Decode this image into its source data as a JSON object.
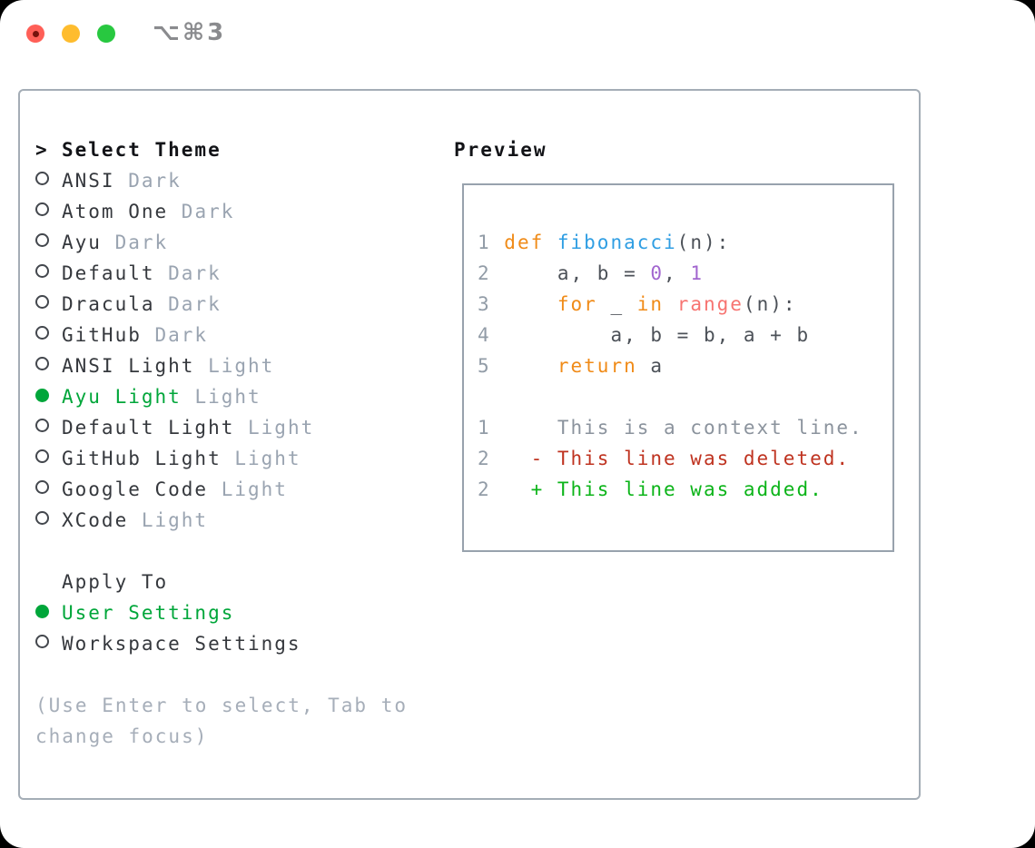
{
  "titlebar": {
    "shortcut": "⌥⌘3",
    "traffic_lights": [
      {
        "name": "close",
        "color": "#ff5f57",
        "dot": true
      },
      {
        "name": "minimize",
        "color": "#febc2e",
        "dot": false
      },
      {
        "name": "zoom",
        "color": "#28c840",
        "dot": false
      }
    ]
  },
  "theme_selector": {
    "prompt": ">",
    "header": "Select Theme",
    "items": [
      {
        "label": "ANSI",
        "tag": "Dark",
        "selected": false
      },
      {
        "label": "Atom One",
        "tag": "Dark",
        "selected": false
      },
      {
        "label": "Ayu",
        "tag": "Dark",
        "selected": false
      },
      {
        "label": "Default",
        "tag": "Dark",
        "selected": false
      },
      {
        "label": "Dracula",
        "tag": "Dark",
        "selected": false
      },
      {
        "label": "GitHub",
        "tag": "Dark",
        "selected": false
      },
      {
        "label": "ANSI Light",
        "tag": "Light",
        "selected": false
      },
      {
        "label": "Ayu Light",
        "tag": "Light",
        "selected": true
      },
      {
        "label": "Default Light",
        "tag": "Light",
        "selected": false
      },
      {
        "label": "GitHub Light",
        "tag": "Light",
        "selected": false
      },
      {
        "label": "Google Code",
        "tag": "Light",
        "selected": false
      },
      {
        "label": "XCode",
        "tag": "Light",
        "selected": false
      }
    ]
  },
  "apply_to": {
    "header": "Apply To",
    "options": [
      {
        "label": "User Settings",
        "selected": true
      },
      {
        "label": "Workspace Settings",
        "selected": false
      }
    ]
  },
  "hint": {
    "lines": [
      "(Use Enter to select, Tab to",
      "change focus)"
    ]
  },
  "preview": {
    "header": "Preview",
    "code_lines": [
      {
        "num": "1 ",
        "segments": [
          {
            "color": "orange",
            "text": "def "
          },
          {
            "color": "blue",
            "text": "fibonacci"
          },
          {
            "color": "code_fg",
            "text": "(n):"
          }
        ]
      },
      {
        "num": "2 ",
        "segments": [
          {
            "color": "code_fg",
            "text": "    a, b = "
          },
          {
            "color": "purple",
            "text": "0"
          },
          {
            "color": "code_fg",
            "text": ", "
          },
          {
            "color": "purple",
            "text": "1"
          }
        ]
      },
      {
        "num": "3 ",
        "segments": [
          {
            "color": "code_fg",
            "text": "    "
          },
          {
            "color": "orange",
            "text": "for"
          },
          {
            "color": "code_fg",
            "text": " _ "
          },
          {
            "color": "orange",
            "text": "in"
          },
          {
            "color": "code_fg",
            "text": " "
          },
          {
            "color": "coral",
            "text": "range"
          },
          {
            "color": "code_fg",
            "text": "(n):"
          }
        ]
      },
      {
        "num": "4 ",
        "segments": [
          {
            "color": "code_fg",
            "text": "        a, b = b, a + b"
          }
        ]
      },
      {
        "num": "5 ",
        "segments": [
          {
            "color": "code_fg",
            "text": "    "
          },
          {
            "color": "orange",
            "text": "return"
          },
          {
            "color": "code_fg",
            "text": " a"
          }
        ]
      }
    ],
    "diff_lines": [
      {
        "num": "1 ",
        "segments": [
          {
            "color": "context_gray",
            "text": "    This is a context line."
          }
        ]
      },
      {
        "num": "2 ",
        "segments": [
          {
            "color": "deleted_red",
            "text": "  - This line was deleted."
          }
        ]
      },
      {
        "num": "2 ",
        "segments": [
          {
            "color": "added_green",
            "text": "  + This line was added."
          }
        ]
      }
    ]
  },
  "colors": {
    "selected_green": "#00a63a",
    "added_green": "#0cb419",
    "deleted_red": "#bf3320",
    "context_gray": "#8b939d",
    "item_fg": "#35383d",
    "tag_gray": "#9aa4b1",
    "gutter_gray": "#929ca7",
    "hint_gray": "#a6aeb9",
    "header_black": "#121317",
    "code_fg": "#4c5158",
    "orange": "#f08b18",
    "blue": "#2f9ee3",
    "purple": "#a266cf",
    "coral": "#f77471",
    "panel_border": "#a4adb6",
    "box_border": "#98a2ad"
  }
}
